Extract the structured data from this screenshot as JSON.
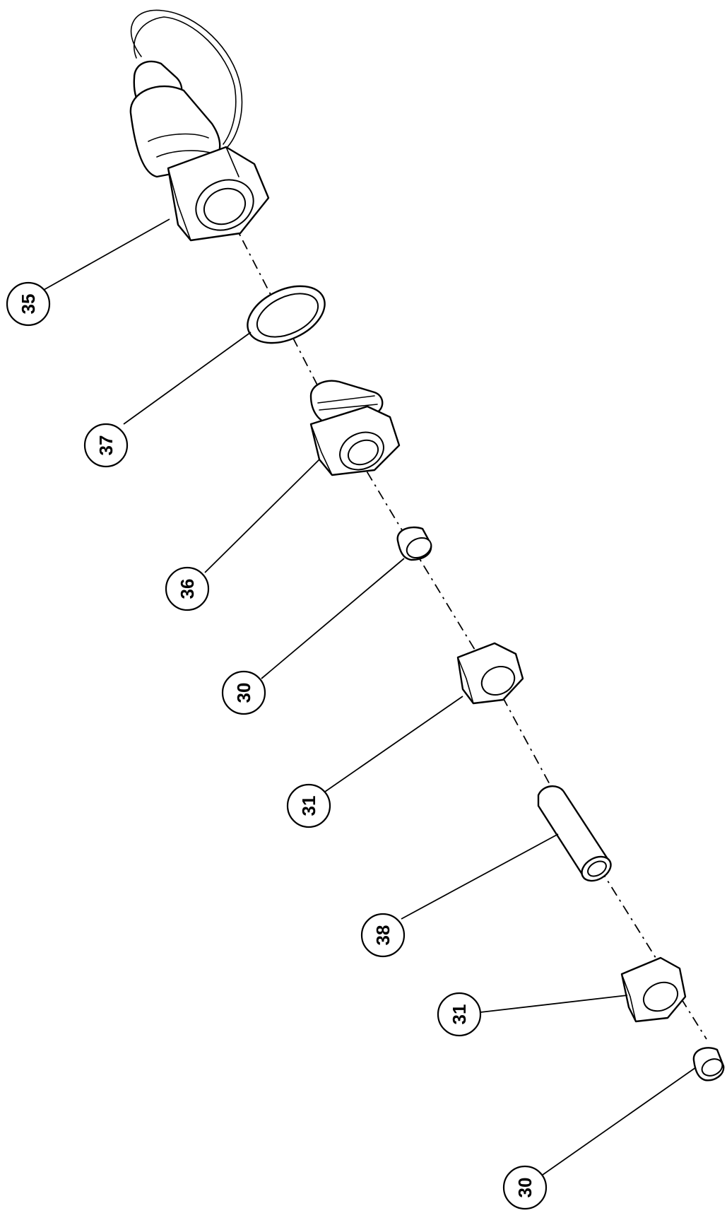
{
  "diagram": {
    "callouts": [
      {
        "id": "callout-35",
        "label": "35"
      },
      {
        "id": "callout-37",
        "label": "37"
      },
      {
        "id": "callout-36",
        "label": "36"
      },
      {
        "id": "callout-30-upper",
        "label": "30"
      },
      {
        "id": "callout-31-upper",
        "label": "31"
      },
      {
        "id": "callout-38",
        "label": "38"
      },
      {
        "id": "callout-31-lower",
        "label": "31"
      },
      {
        "id": "callout-30-lower",
        "label": "30"
      }
    ],
    "colors": {
      "line": "#000000",
      "background": "#ffffff"
    }
  }
}
